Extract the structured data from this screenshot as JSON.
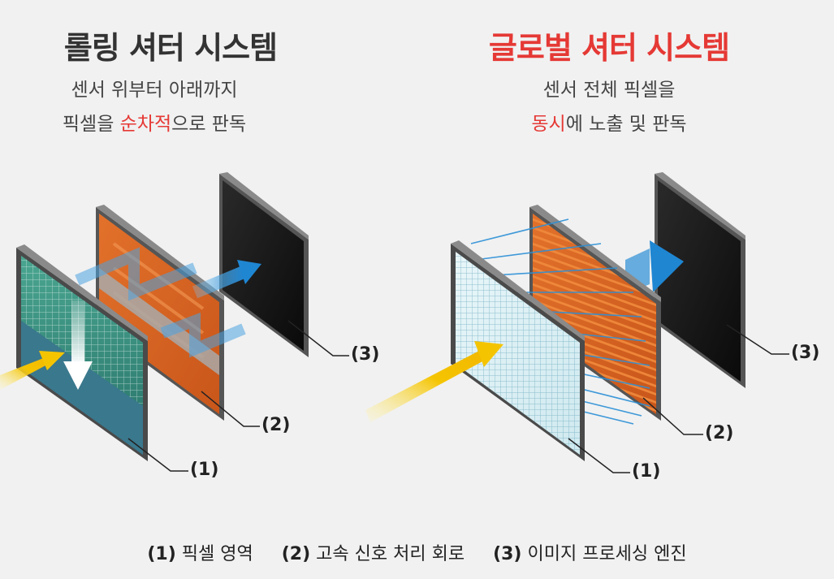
{
  "left": {
    "title": "롤링 셔터 시스템",
    "desc_line1": "센서 위부터 아래까지",
    "desc_line2_pre": "픽셀을 ",
    "desc_line2_hl": "순차적",
    "desc_line2_post": "으로 판독"
  },
  "right": {
    "title": "글로벌 셔터 시스템",
    "desc_line1": "센서 전체 픽셀을",
    "desc_line2_hl": "동시",
    "desc_line2_post": "에 노출 및 판독"
  },
  "callouts": {
    "one": "(1)",
    "two": "(2)",
    "three": "(3)"
  },
  "legend": [
    {
      "num": "(1)",
      "text": "픽셀 영역"
    },
    {
      "num": "(2)",
      "text": "고속 신호 처리 회로"
    },
    {
      "num": "(3)",
      "text": "이미지 프로세싱 엔진"
    }
  ],
  "colors": {
    "accent_red": "#e53935",
    "circuit_orange": "#d9631e",
    "arrow_blue": "#2b8fd6",
    "light_yellow": "#f5c400",
    "frame_dark": "#3a3a3a"
  }
}
